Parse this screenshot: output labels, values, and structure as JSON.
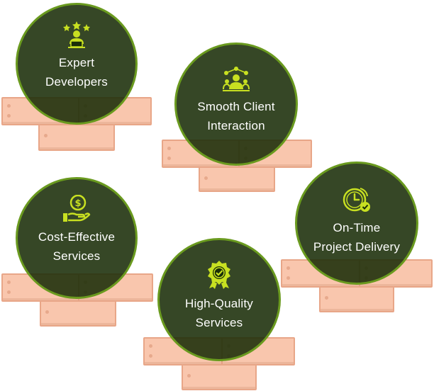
{
  "colors": {
    "circle_fill": "#1a2e08",
    "circle_border": "#6a9a1f",
    "icon": "#c8e021",
    "brick": "#f9c6ad",
    "brick_border": "#e8a688"
  },
  "features": [
    {
      "icon": "developer-stars-icon",
      "label": "Expert\nDevelopers"
    },
    {
      "icon": "client-network-icon",
      "label": "Smooth Client\nInteraction"
    },
    {
      "icon": "dollar-hand-icon",
      "label": "Cost-Effective\nServices"
    },
    {
      "icon": "quality-badge-icon",
      "label": "High-Quality\nServices"
    },
    {
      "icon": "clock-check-icon",
      "label": "On-Time\nProject Delivery"
    }
  ]
}
